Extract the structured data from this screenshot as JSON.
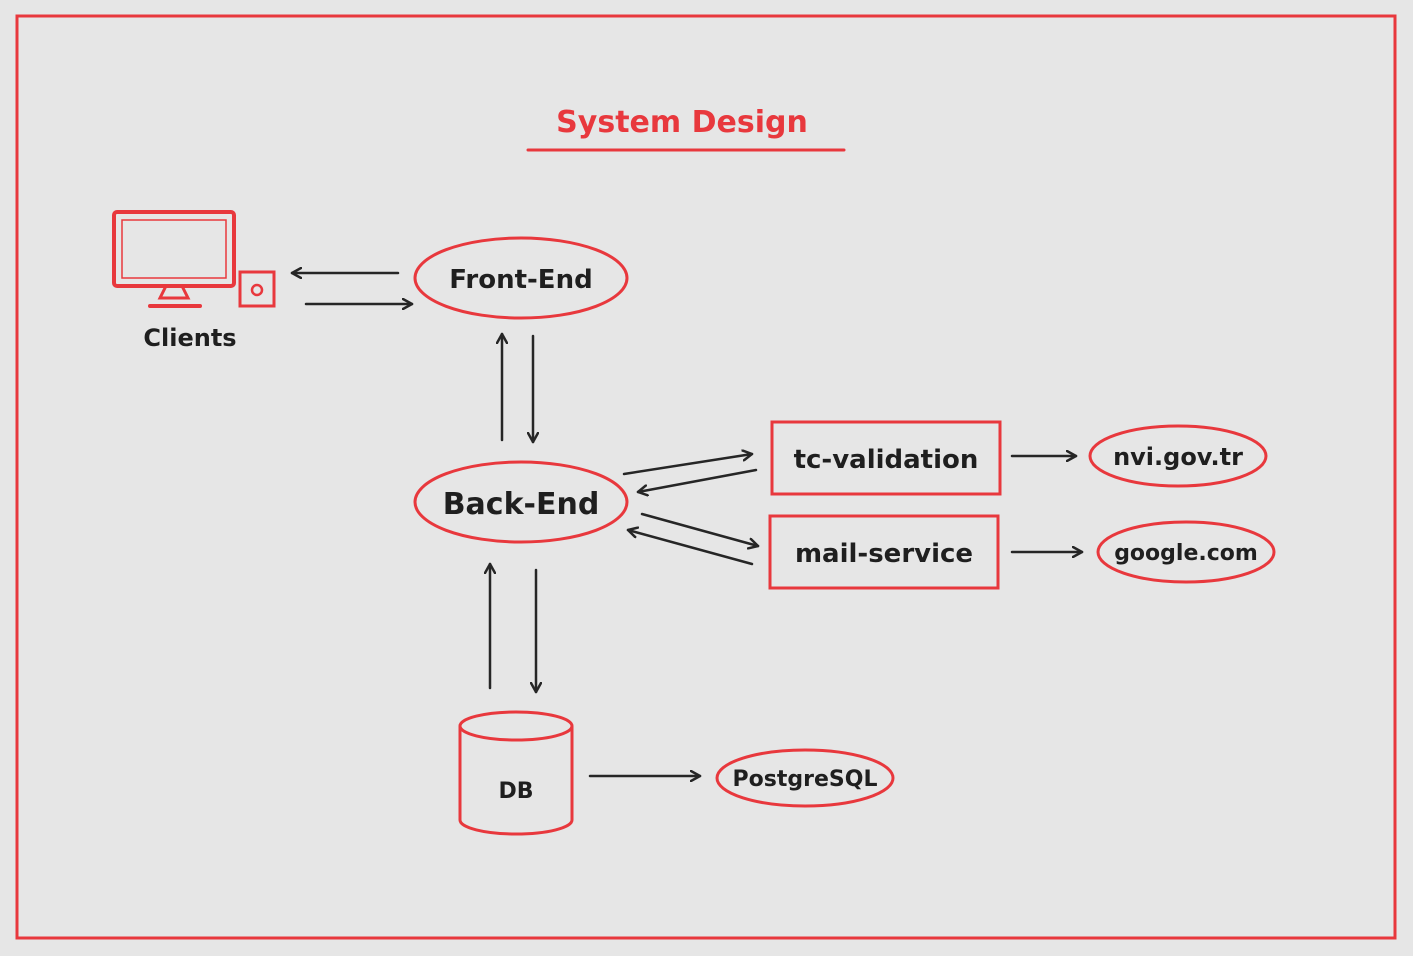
{
  "title": "System Design",
  "nodes": {
    "clients": "Clients",
    "frontend": "Front-End",
    "backend": "Back-End",
    "tc_validation": "tc-validation",
    "mail_service": "mail-service",
    "nvi": "nvi.gov.tr",
    "google": "google.com",
    "db": "DB",
    "postgres": "PostgreSQL"
  },
  "colors": {
    "accent": "#e8383d",
    "ink": "#262626",
    "background": "#e6e6e6"
  },
  "icons": [
    "computer-monitor-icon",
    "database-cylinder-icon"
  ]
}
